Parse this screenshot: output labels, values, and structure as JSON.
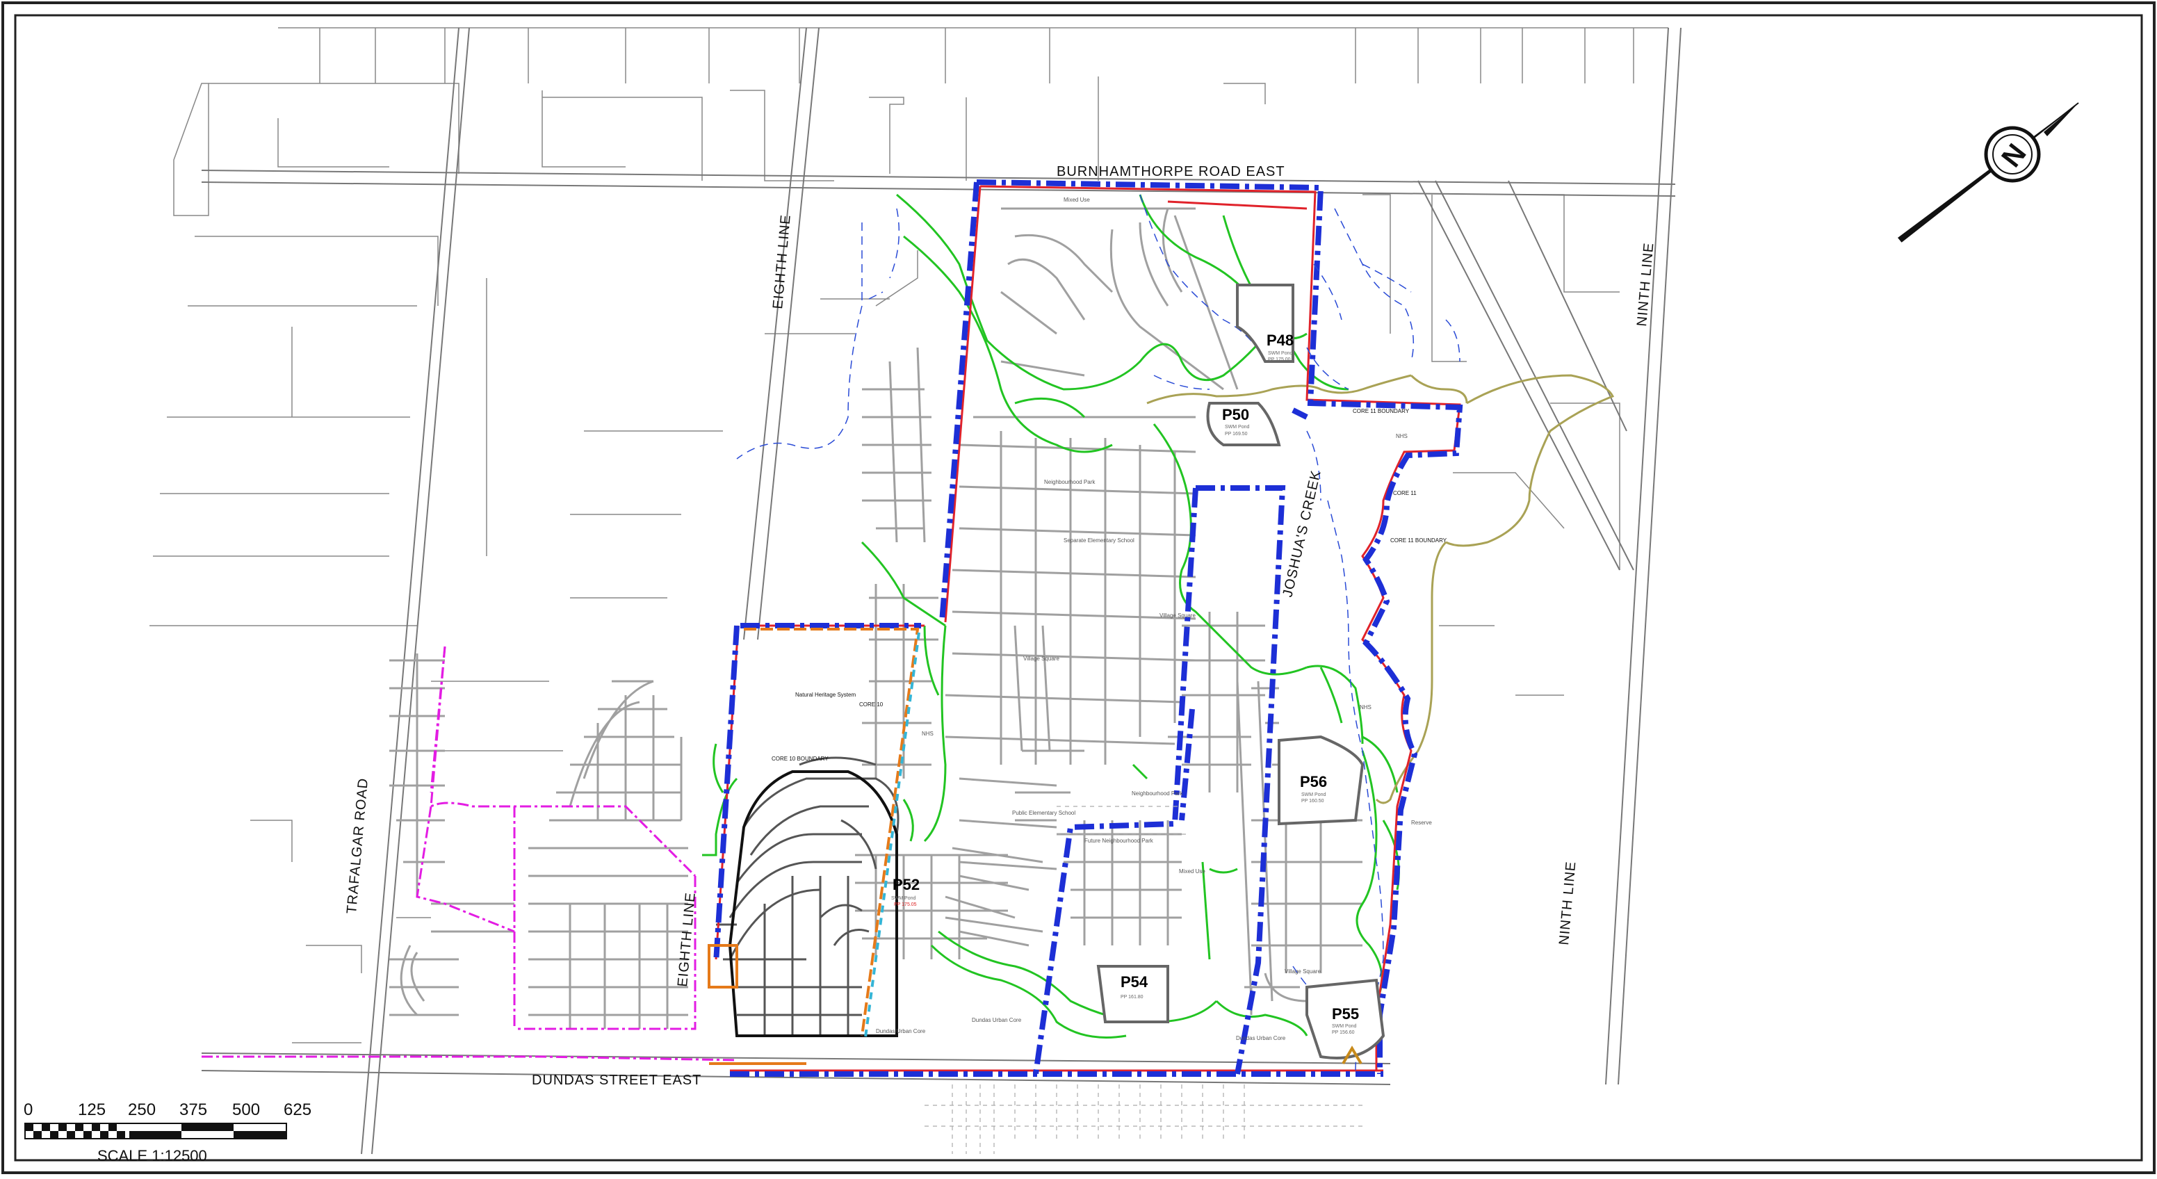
{
  "roads": {
    "burnhamthorpe": "BURNHAMTHORPE ROAD EAST",
    "dundas": "DUNDAS STREET EAST",
    "trafalgar": "TRAFALGAR ROAD",
    "eighth_line_north": "EIGHTH LINE",
    "eighth_line_south": "EIGHTH LINE",
    "ninth_line_north": "NINTH LINE",
    "ninth_line_south": "NINTH LINE",
    "creek": "JOSHUA'S CREEK"
  },
  "ponds": [
    {
      "id": "P48",
      "label": "P48",
      "sub1": "SWM Pond",
      "sub2": "PP 175.00"
    },
    {
      "id": "P50",
      "label": "P50",
      "sub1": "SWM Pond",
      "sub2": "PP 169.50"
    },
    {
      "id": "P52",
      "label": "P52",
      "sub1": "SWM Pond",
      "sub2": "PP 175.05"
    },
    {
      "id": "P54",
      "label": "P54",
      "sub1": "",
      "sub2": "PP 161.80"
    },
    {
      "id": "P55",
      "label": "P55",
      "sub1": "SWM Pond",
      "sub2": "PP 156.60"
    },
    {
      "id": "P56",
      "label": "P56",
      "sub1": "SWM Pond",
      "sub2": "PP 160.50"
    }
  ],
  "land_use_labels": {
    "mixed_use_north": "Mixed Use",
    "neighbourhood_park_north": "Neighbourhood Park",
    "separate_school": "Separate Elementary School",
    "village_square_1": "Village Square",
    "village_square_2": "Village Square",
    "village_square_3": "Village Square",
    "natural_heritage": "Natural Heritage System",
    "core10": "CORE 10",
    "core10_boundary": "CORE 10 BOUNDARY",
    "core11": "CORE 11",
    "core11_boundary": "CORE 11 BOUNDARY",
    "core11_boundary_2": "CORE 11 BOUNDARY",
    "nhs_1": "NHS",
    "nhs_2": "NHS",
    "nhs_3": "NHS",
    "neighbourhood_park_south": "Neighbourhood Park",
    "public_school": "Public Elementary School",
    "future_park": "Future Neighbourhood Park",
    "mixed_use_south": "Mixed Use",
    "dundas_urban_core_1": "Dundas Urban Core",
    "dundas_urban_core_2": "Dundas Urban Core",
    "dundas_urban_core_3": "Dundas Urban Core",
    "reserve": "Reserve"
  },
  "scale": {
    "ticks": [
      "0",
      "125",
      "250",
      "375",
      "500",
      "625"
    ],
    "label": "SCALE 1:12500"
  },
  "north_arrow": {
    "letter": "N"
  },
  "colors": {
    "boundary_blue": "#1d2fd6",
    "boundary_red": "#e0222a",
    "nhs_green": "#22c422",
    "core_olive": "#a9a255",
    "pink_path": "#e31ce3",
    "orange": "#e57a1a",
    "cyan": "#35b5d6",
    "street_grey": "#9a9a9a",
    "parcel_grey": "#777777"
  }
}
